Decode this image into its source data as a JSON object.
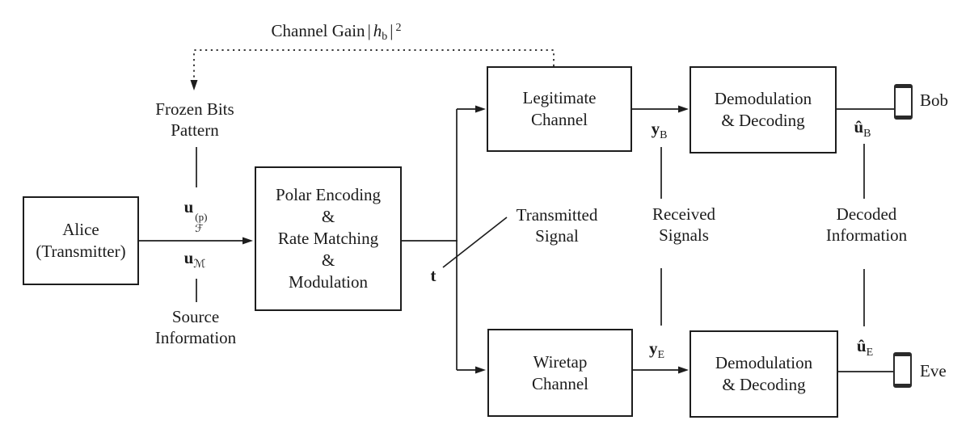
{
  "figure": {
    "channel_gain": {
      "prefix": "Channel Gain",
      "lbar": "|",
      "var": "h",
      "sub": "b",
      "rbar": "|",
      "sup": "2"
    },
    "frozen_bits": {
      "line1": "Frozen Bits",
      "line2": "Pattern"
    },
    "u_frozen": {
      "base": "u",
      "sup": "(p)",
      "sub": "ℱ"
    },
    "u_message": {
      "base": "u",
      "sub": "ℳ"
    },
    "source_info": {
      "line1": "Source",
      "line2": "Information"
    },
    "t_label": "t",
    "transmitted": {
      "line1": "Transmitted",
      "line2": "Signal"
    },
    "received": {
      "line1": "Received",
      "line2": "Signals"
    },
    "decoded": {
      "line1": "Decoded",
      "line2": "Information"
    },
    "y_b": {
      "base": "y",
      "sub": "B"
    },
    "y_e": {
      "base": "y",
      "sub": "E"
    },
    "u_hat_b": {
      "base": "û",
      "sub": "B"
    },
    "u_hat_e": {
      "base": "û",
      "sub": "E"
    },
    "bob": "Bob",
    "eve": "Eve",
    "boxes": {
      "alice": {
        "line1": "Alice",
        "line2": "(Transmitter)"
      },
      "encoder": {
        "line1": "Polar Encoding",
        "line2": "&",
        "line3": "Rate Matching",
        "line4": "&",
        "line5": "Modulation"
      },
      "legitimate": {
        "line1": "Legitimate",
        "line2": "Channel"
      },
      "demod_top": {
        "line1": "Demodulation",
        "line2": "& Decoding"
      },
      "wiretap": {
        "line1": "Wiretap",
        "line2": "Channel"
      },
      "demod_bottom": {
        "line1": "Demodulation",
        "line2": "& Decoding"
      }
    },
    "colors": {
      "line": "#1c1c1c",
      "text": "#1c1c1c",
      "background": "#ffffff"
    }
  }
}
